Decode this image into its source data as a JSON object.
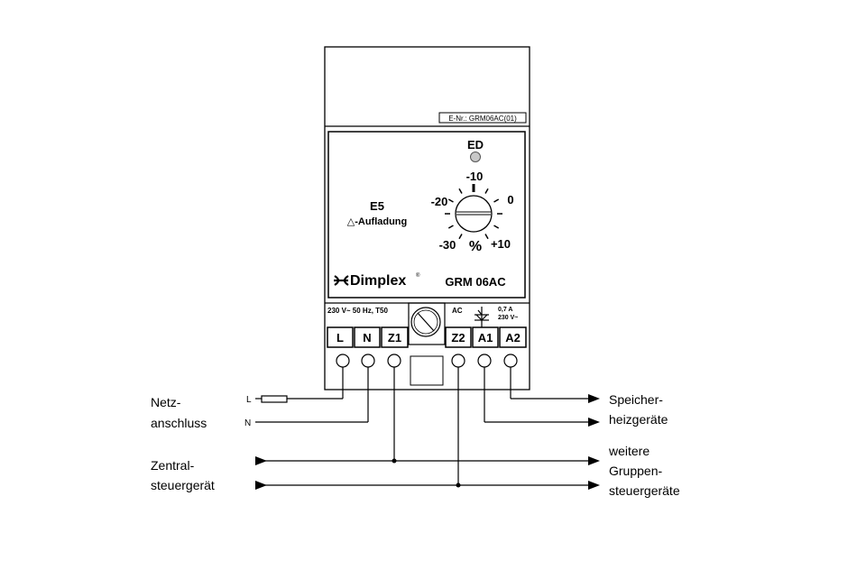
{
  "device": {
    "enr_label": "E-Nr.: GRM06AC(01)",
    "led_label": "ED",
    "setting_code": "E5",
    "setting_name": "△-Aufladung",
    "dial": {
      "labels": [
        "-10",
        "-20",
        "0",
        "-30",
        "%",
        "+10"
      ]
    },
    "brand": "Dimplex",
    "brand_registered": "®",
    "model": "GRM 06AC",
    "rating_left": "230 V~ 50 Hz, T50",
    "rating_ac": "AC",
    "rating_current": "0,7 A",
    "rating_voltage": "230 V~",
    "terminals_left": [
      "L",
      "N",
      "Z1"
    ],
    "terminals_right": [
      "Z2",
      "A1",
      "A2"
    ]
  },
  "wiring": {
    "l_label": "L",
    "n_label": "N",
    "left_labels": {
      "netz_line1": "Netz-",
      "netz_line2": "anschluss",
      "zentral_line1": "Zentral-",
      "zentral_line2": "steuergerät"
    },
    "right_labels": {
      "speicher_line1": "Speicher-",
      "speicher_line2": "heizgeräte",
      "weitere_line1": "weitere",
      "weitere_line2": "Gruppen-",
      "weitere_line3": "steuergeräte"
    }
  },
  "colors": {
    "line": "#000000",
    "led": "#c8c8c8",
    "background": "#ffffff"
  }
}
